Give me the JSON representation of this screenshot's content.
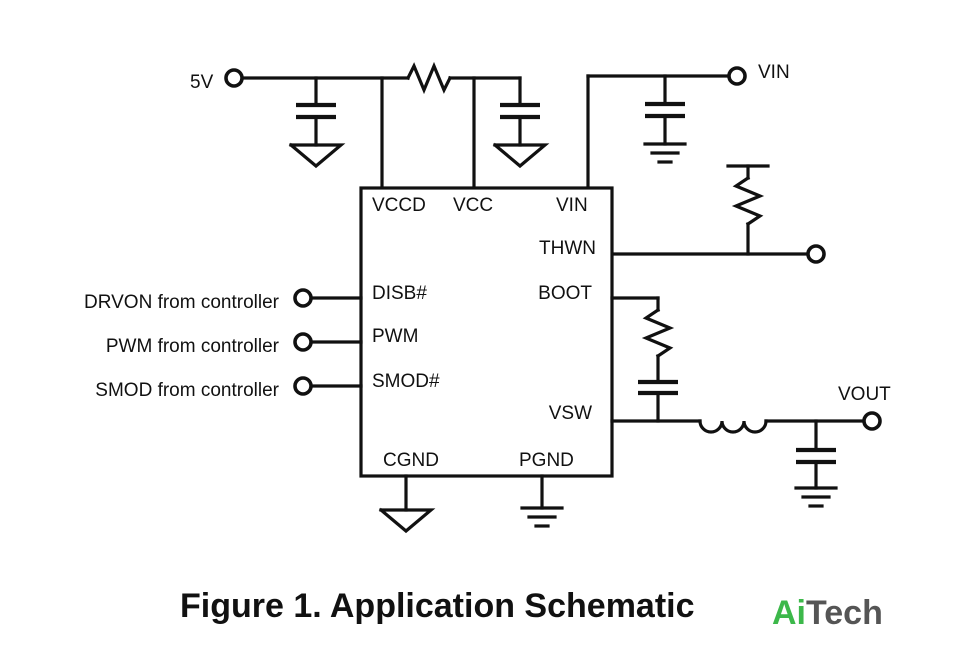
{
  "power_labels": {
    "five_v": "5V",
    "vin_top": "VIN",
    "vout": "VOUT"
  },
  "chip_pins": {
    "vccd": "VCCD",
    "vcc": "VCC",
    "vin": "VIN",
    "thwn": "THWN",
    "disb": "DISB#",
    "boot": "BOOT",
    "pwm": "PWM",
    "smod": "SMOD#",
    "vsw": "VSW",
    "cgnd": "CGND",
    "pgnd": "PGND"
  },
  "inputs": {
    "drvon": "DRVON from controller",
    "pwm": "PWM from controller",
    "smod": "SMOD from controller"
  },
  "caption": "Figure 1. Application Schematic",
  "logo": {
    "part1": "Ai",
    "part2": "Tech",
    "color1": "#3cb84a",
    "color2": "#555555"
  }
}
